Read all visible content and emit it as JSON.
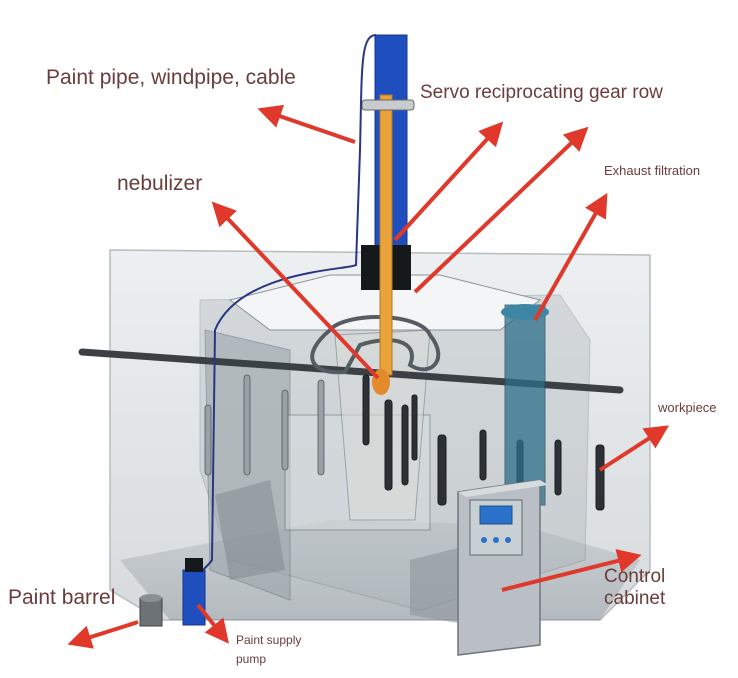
{
  "labels": {
    "paint_pipe": "Paint pipe, windpipe, cable",
    "servo": "Servo reciprocating gear row",
    "nebulizer": "nebulizer",
    "exhaust": "Exhaust filtration",
    "workpiece": "workpiece",
    "control_line1": "Control",
    "control_line2": "cabinet",
    "paint_barrel": "Paint barrel",
    "pump_line1": "Paint supply",
    "pump_line2": "pump"
  },
  "colors": {
    "arrow": "#e0392b",
    "label_text": "#6a3d3a",
    "booth_glass": "#c9d1d6",
    "column_blue": "#1f4fbf",
    "gear_orange": "#e8a43a",
    "cabinet_grey": "#b9bfc4",
    "panel_blue": "#2a72c9"
  }
}
